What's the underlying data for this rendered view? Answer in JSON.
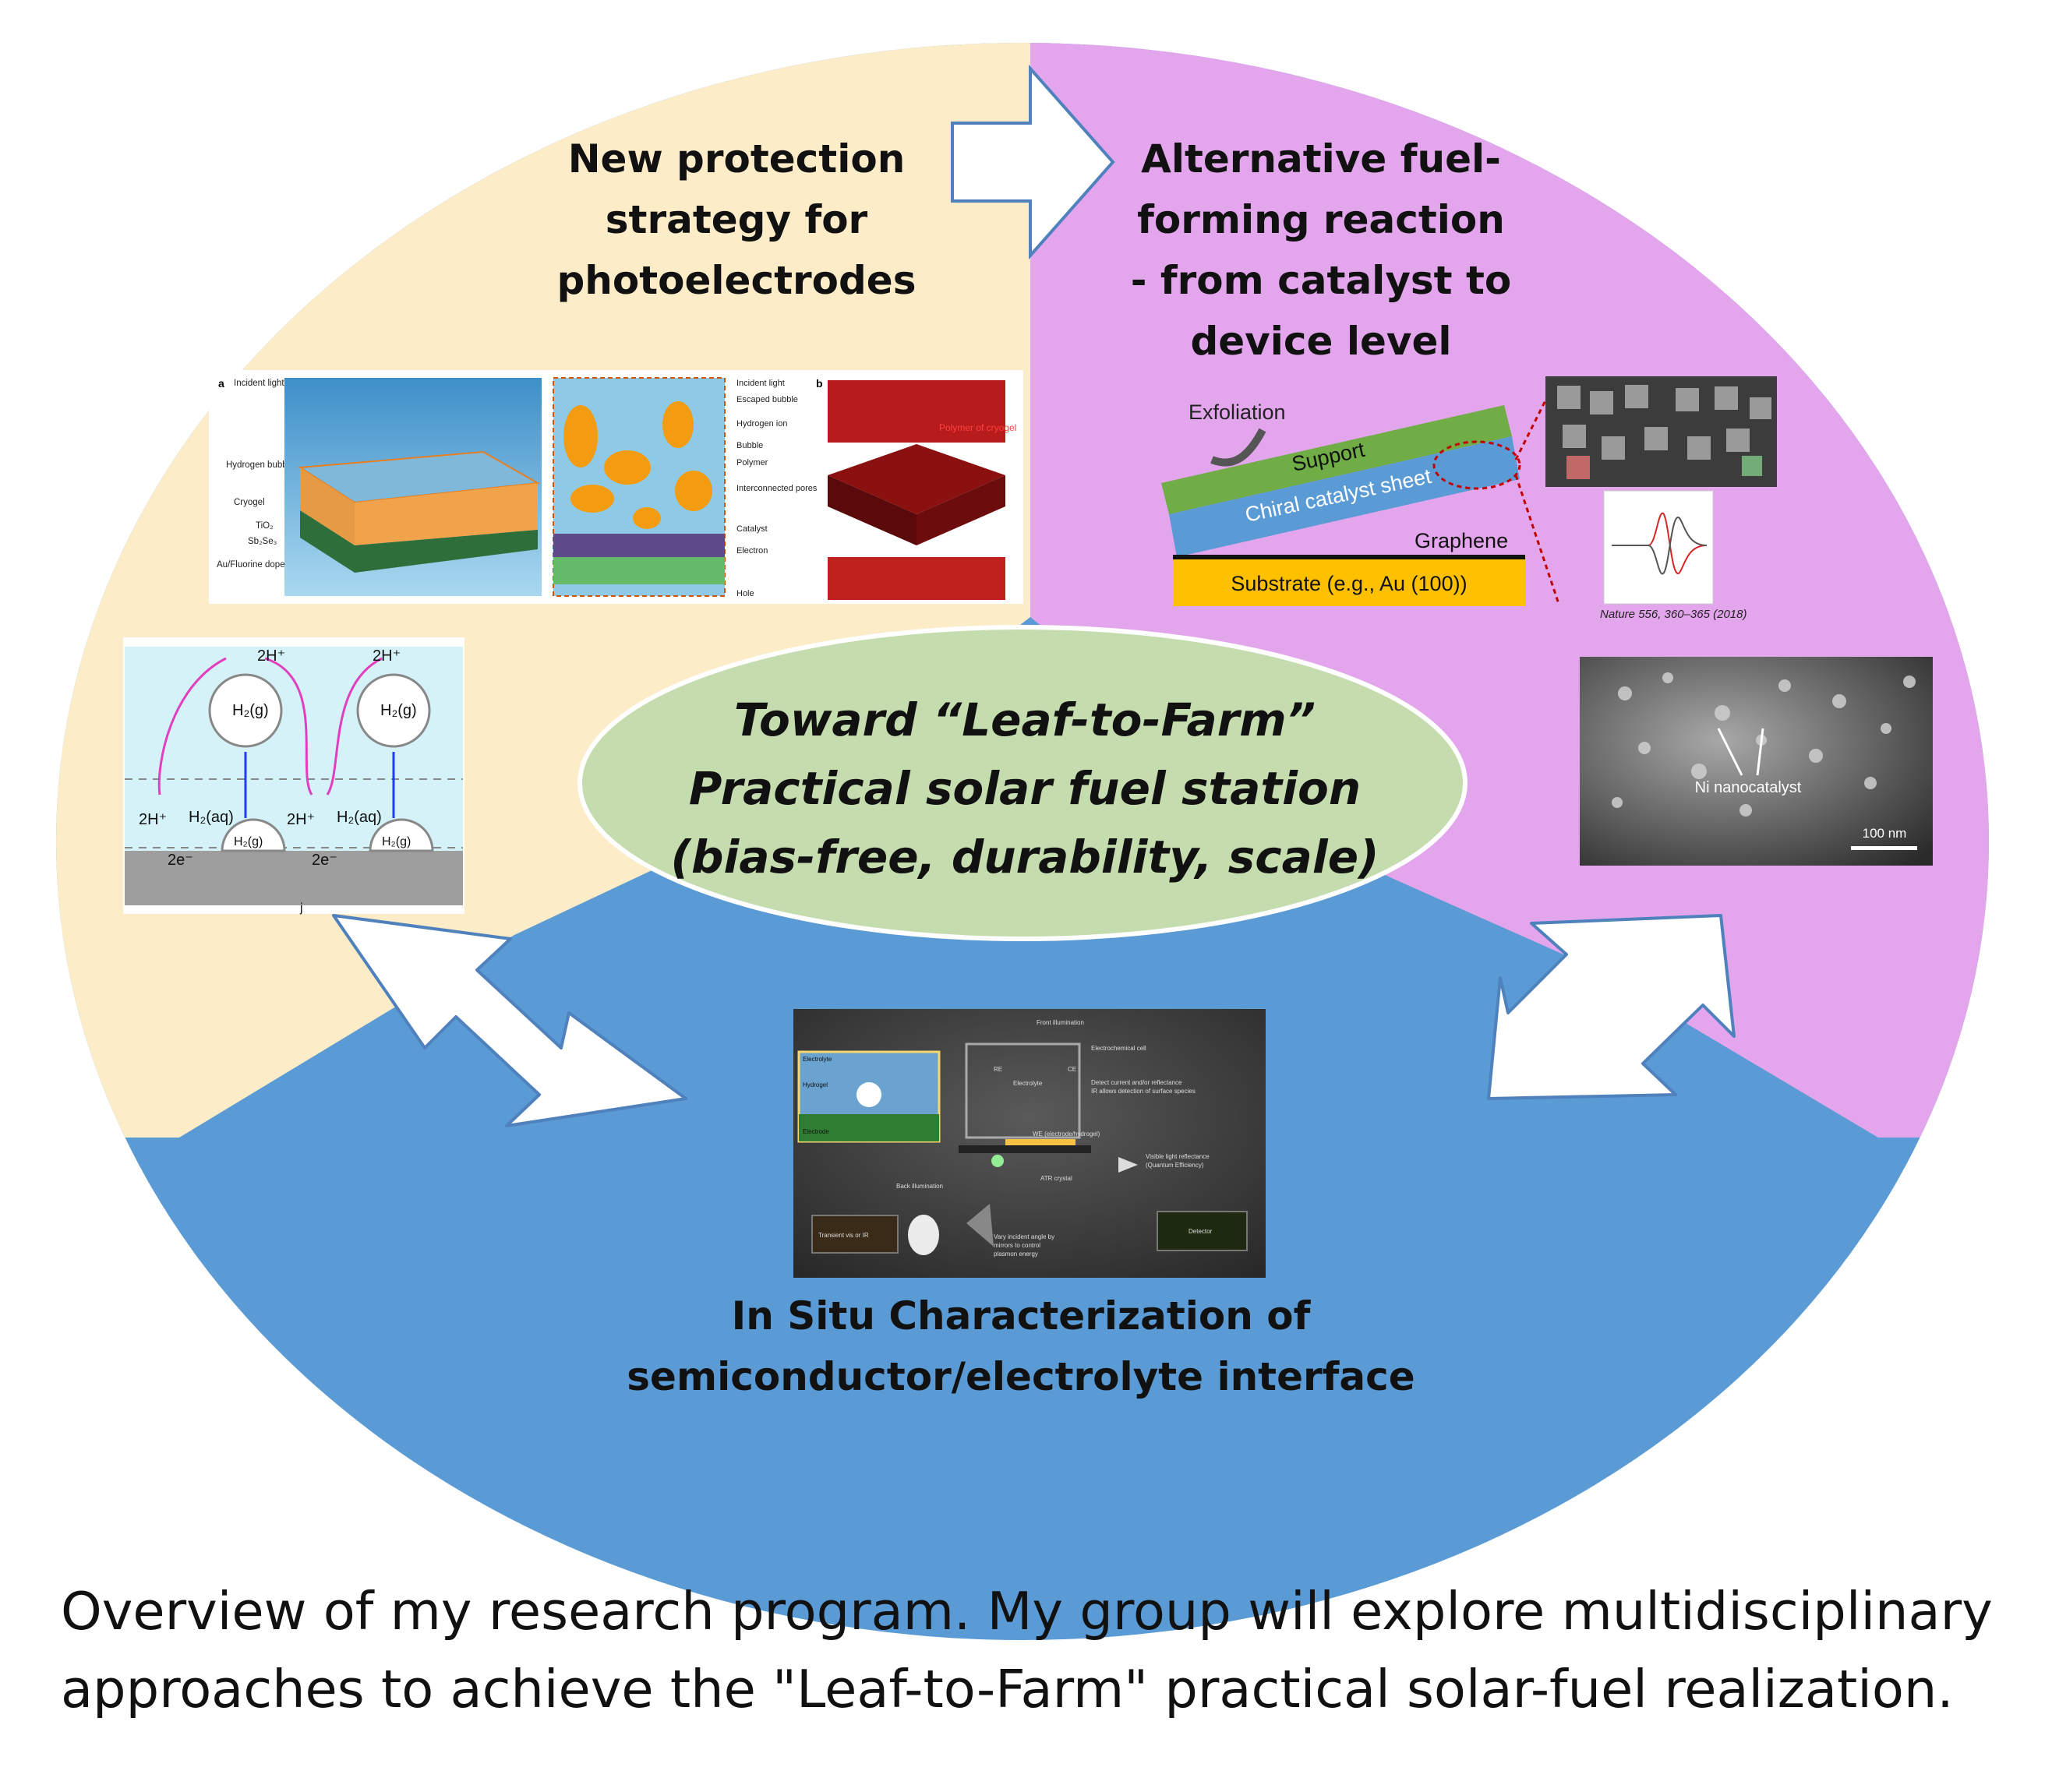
{
  "sections": {
    "protection": {
      "lines": [
        "New protection",
        "strategy for",
        "photoelectrodes"
      ],
      "fill": "#fdecc8"
    },
    "fuel_reaction": {
      "lines": [
        "Alternative fuel-",
        "forming reaction",
        "- from catalyst to",
        "device level"
      ],
      "fill": "#e3a6ec"
    },
    "characterization": {
      "lines": [
        "In Situ Characterization of",
        "semiconductor/electrolyte interface"
      ],
      "fill": "#5b9bd5"
    },
    "center": {
      "lines": [
        "Toward “Leaf-to-Farm”",
        "Practical solar fuel station",
        "(bias-free, durability, scale)"
      ],
      "fill": "#c5dcae"
    }
  },
  "figures": {
    "cryogel": {
      "panel_a": "a",
      "panel_b": "b",
      "left_labels": [
        "Incident light",
        "Hydrogen bubble",
        "Cryogel",
        "TiO₂",
        "Sb₂Se₃",
        "Au/Fluorine doped tin oxide"
      ],
      "right_labels": [
        "Incident light",
        "Escaped bubble",
        "Hydrogen ion",
        "Bubble",
        "Polymer",
        "Interconnected pores",
        "Catalyst",
        "Electron",
        "Hole"
      ],
      "polymer_label": "Polymer of cryogel"
    },
    "bubble": {
      "proton": "2H⁺",
      "h2_gas": "H₂(g)",
      "h2_aq": "H₂(aq)",
      "electrons": "2e⁻",
      "panel": "j"
    },
    "chiral": {
      "exfoliation": "Exfoliation",
      "support": "Support",
      "sheet": "Chiral catalyst sheet",
      "graphene": "Graphene",
      "substrate": "Substrate (e.g., Au (100))",
      "citation": "Nature 556, 360–365 (2018)"
    },
    "sem": {
      "label": "Ni nanocatalyst",
      "scale": "100 nm"
    },
    "setup": {
      "labels": [
        "Front illumination",
        "Electrochemical cell",
        "Electrolyte",
        "Hydrogel",
        "Electrode",
        "RE",
        "CE",
        "Electrolyte",
        "Detect current and/or reflectance",
        "IR allows detection of surface species",
        "WE (electrode/hydrogel)",
        "Visible light reflectance",
        "(Quantum Efficiency)",
        "Back illumination",
        "ATR crystal",
        "Transient vis or IR",
        "Vary incident angle by",
        "mirrors to control",
        "plasmon energy",
        "Detector"
      ]
    }
  },
  "caption": {
    "lines": [
      "Overview of my research program. My group will explore multidisciplinary",
      "approaches to achieve the \"Leaf-to-Farm\" practical solar-fuel realization."
    ]
  }
}
